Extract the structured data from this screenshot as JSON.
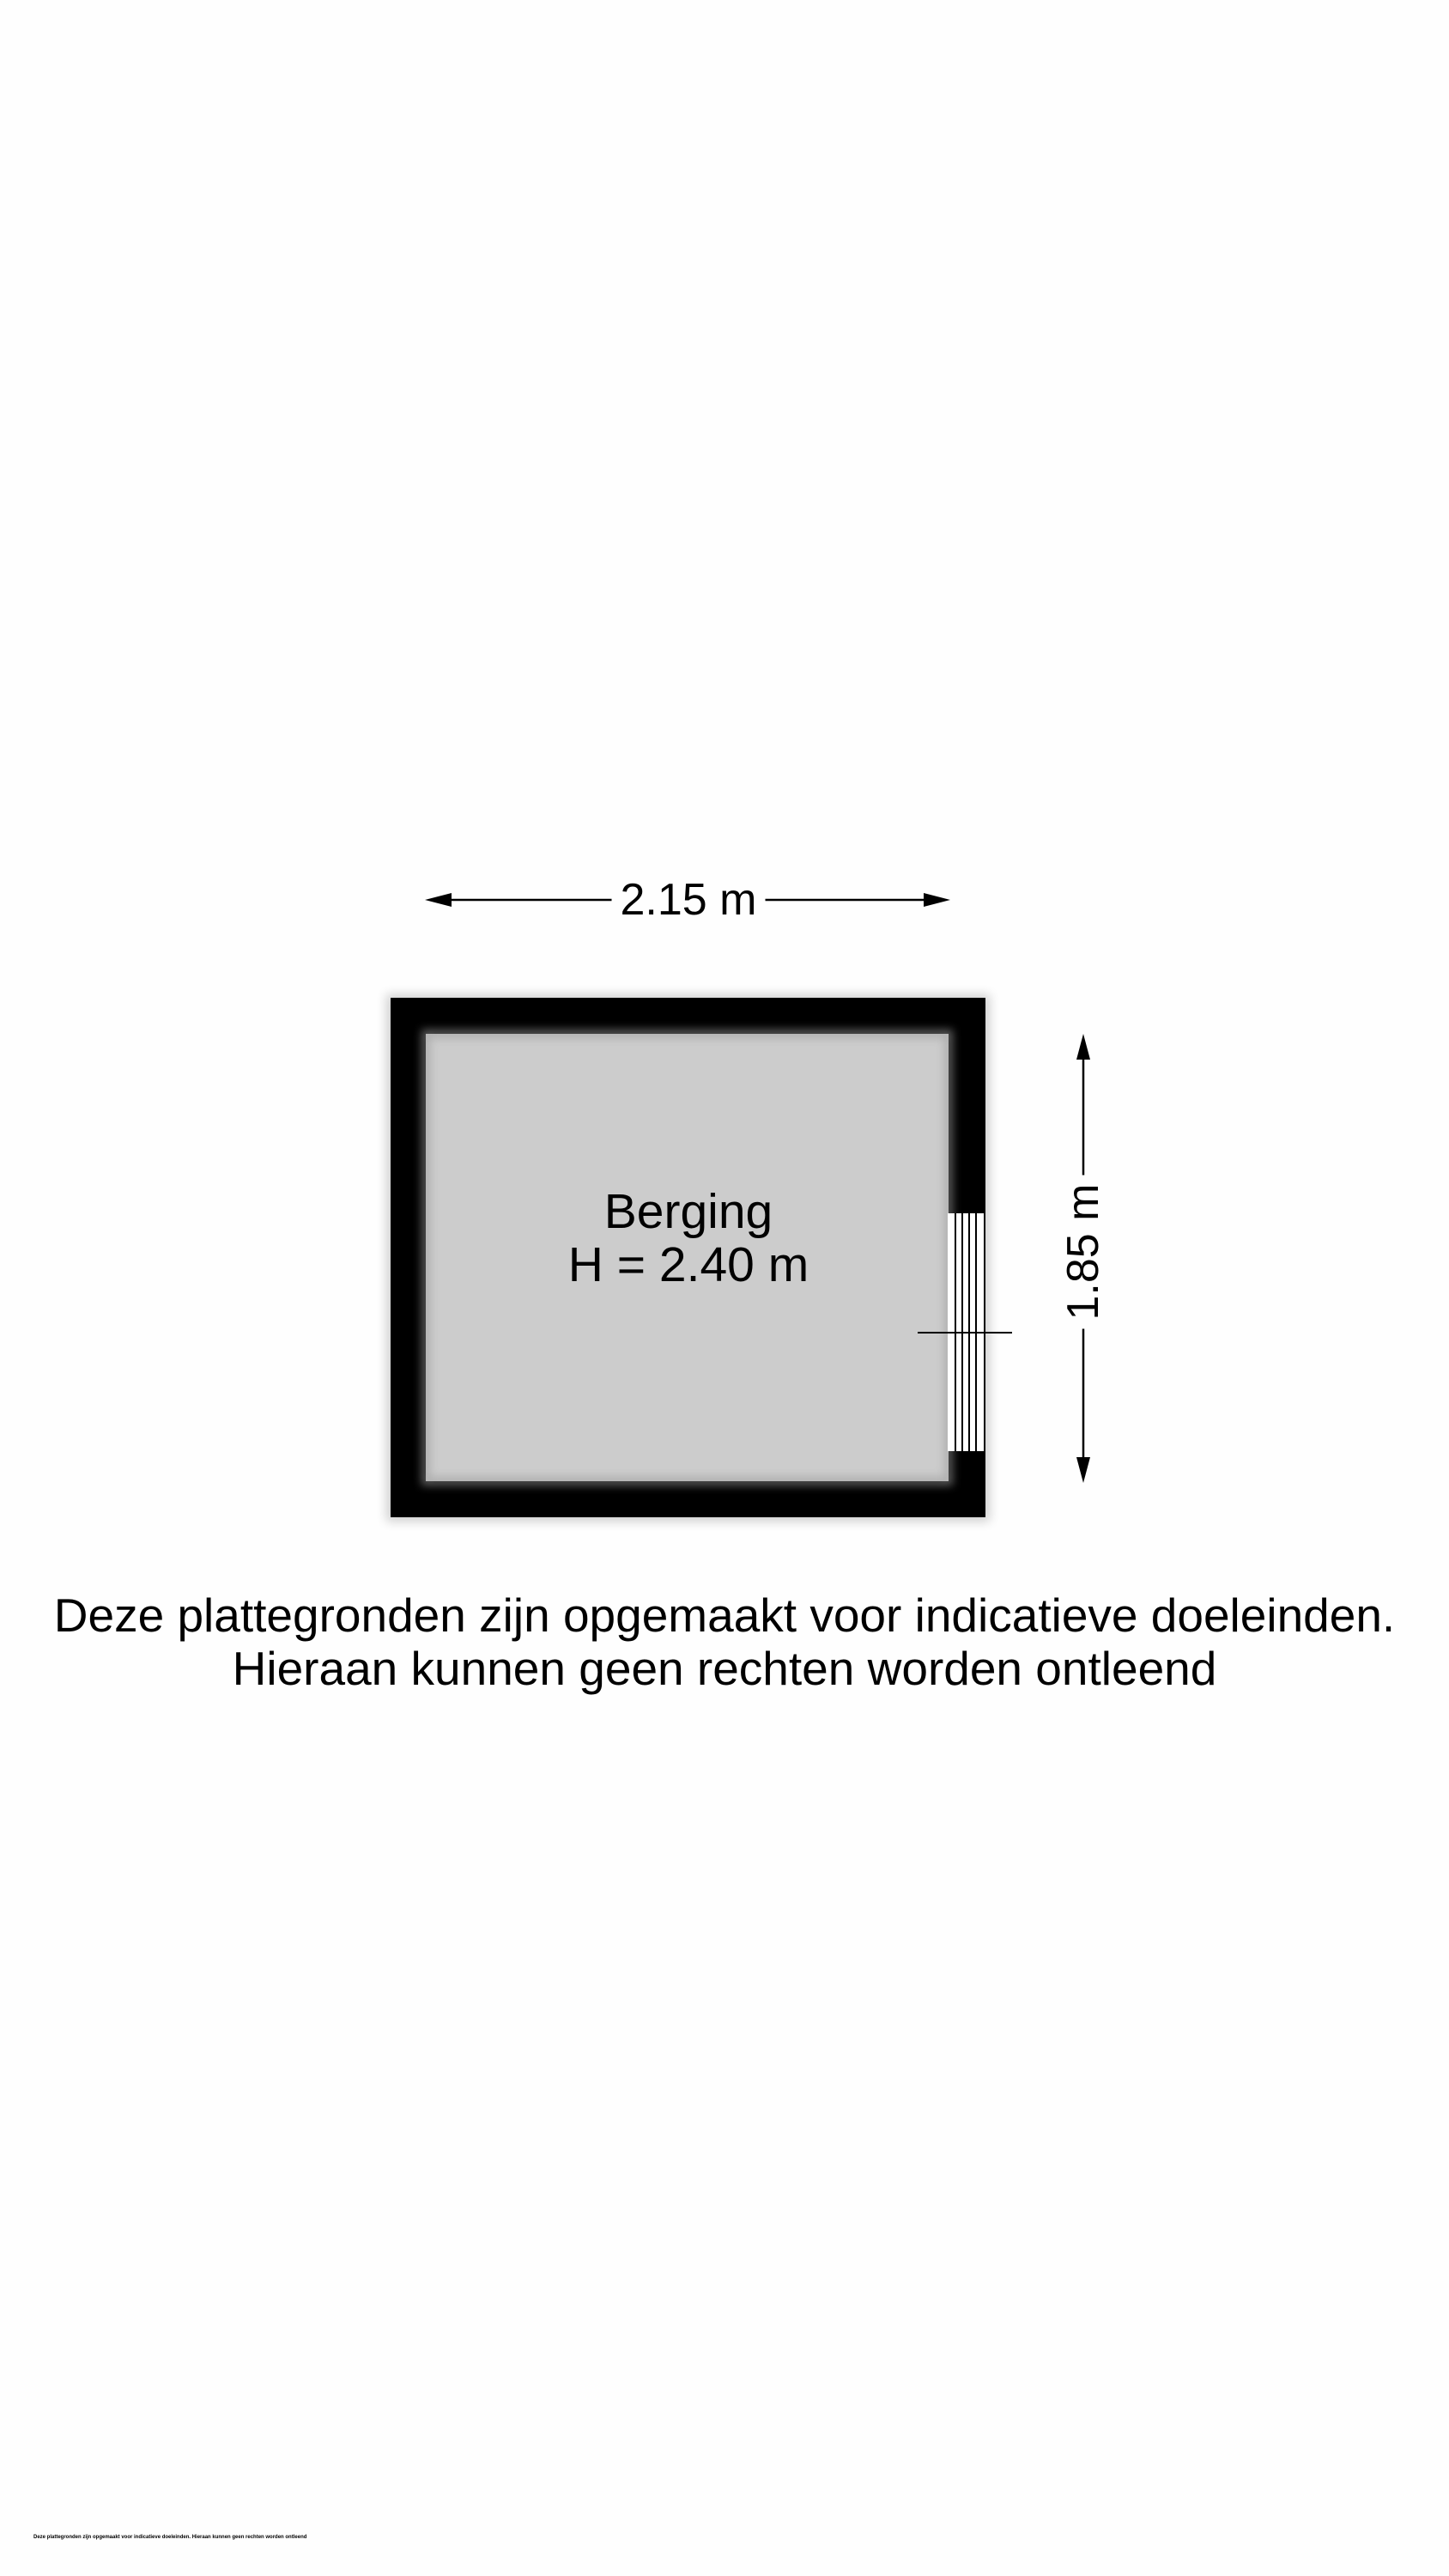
{
  "dimensions": {
    "width_label": "2.15 m",
    "depth_label": "1.85 m"
  },
  "room": {
    "name": "Berging",
    "height_label": "H = 2.40 m"
  },
  "disclaimer": {
    "line1": "Deze plattegronden zijn opgemaakt voor indicatieve doeleinden.",
    "line2": "Hieraan kunnen geen rechten worden ontleend"
  },
  "footnote": "Deze plattegronden zijn opgemaakt voor indicatieve doeleinden. Hieraan kunnen geen rechten worden ontleend",
  "colors": {
    "wall": "#000000",
    "floor": "#cccccc",
    "background": "#fefefe"
  }
}
